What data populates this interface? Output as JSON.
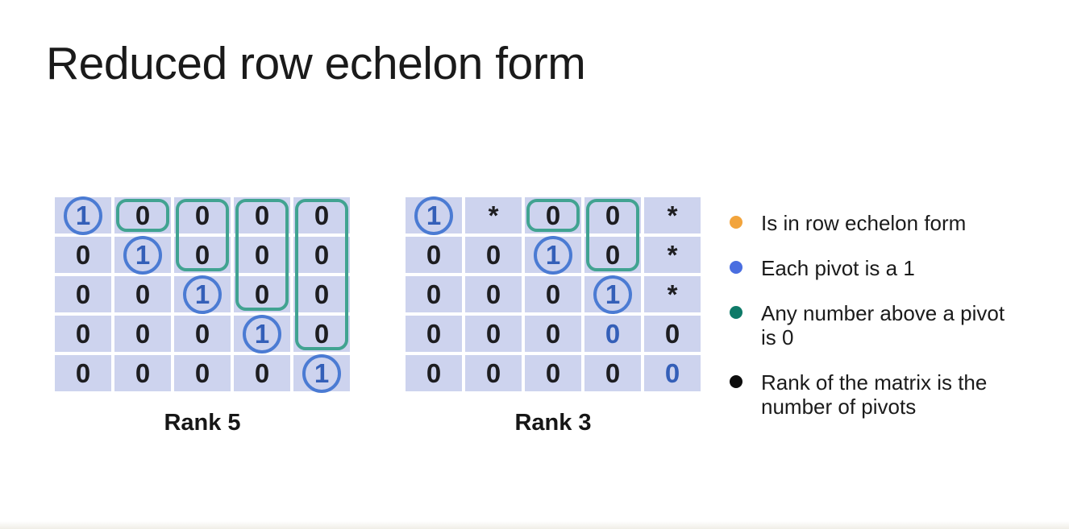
{
  "title": "Reduced row echelon form",
  "matrices": [
    {
      "caption": "Rank 5",
      "cells": [
        [
          "1",
          "0",
          "0",
          "0",
          "0"
        ],
        [
          "0",
          "1",
          "0",
          "0",
          "0"
        ],
        [
          "0",
          "0",
          "1",
          "0",
          "0"
        ],
        [
          "0",
          "0",
          "0",
          "1",
          "0"
        ],
        [
          "0",
          "0",
          "0",
          "0",
          "1"
        ]
      ],
      "pivots": [
        [
          0,
          0
        ],
        [
          1,
          1
        ],
        [
          2,
          2
        ],
        [
          3,
          3
        ],
        [
          4,
          4
        ]
      ],
      "blue_values": [],
      "boxes": [
        {
          "col": 1,
          "row_start": 0,
          "row_end": 0
        },
        {
          "col": 2,
          "row_start": 0,
          "row_end": 1
        },
        {
          "col": 3,
          "row_start": 0,
          "row_end": 2
        },
        {
          "col": 4,
          "row_start": 0,
          "row_end": 3
        }
      ]
    },
    {
      "caption": "Rank 3",
      "cells": [
        [
          "1",
          "*",
          "0",
          "0",
          "*"
        ],
        [
          "0",
          "0",
          "1",
          "0",
          "*"
        ],
        [
          "0",
          "0",
          "0",
          "1",
          "*"
        ],
        [
          "0",
          "0",
          "0",
          "0",
          "0"
        ],
        [
          "0",
          "0",
          "0",
          "0",
          "0"
        ]
      ],
      "pivots": [
        [
          0,
          0
        ],
        [
          1,
          2
        ],
        [
          2,
          3
        ]
      ],
      "blue_values": [
        [
          3,
          3
        ],
        [
          4,
          4
        ]
      ],
      "boxes": [
        {
          "col": 2,
          "row_start": 0,
          "row_end": 0
        },
        {
          "col": 3,
          "row_start": 0,
          "row_end": 1
        }
      ]
    }
  ],
  "bullets": [
    {
      "color": "#f2a43c",
      "text": "Is in row echelon form"
    },
    {
      "color": "#4a6ee0",
      "text": "Each pivot is a 1"
    },
    {
      "color": "#0e7a68",
      "text": "Any number above a pivot is 0"
    },
    {
      "color": "#0d0d0d",
      "text": "Rank of the matrix is the number of pivots"
    }
  ],
  "colors": {
    "cell_bg": "#cdd3ee",
    "digit": "#1d1d20",
    "pivot_digit": "#345fb8",
    "pivot_circle": "#4b7bd3",
    "above_pivot_box": "#41a391"
  }
}
